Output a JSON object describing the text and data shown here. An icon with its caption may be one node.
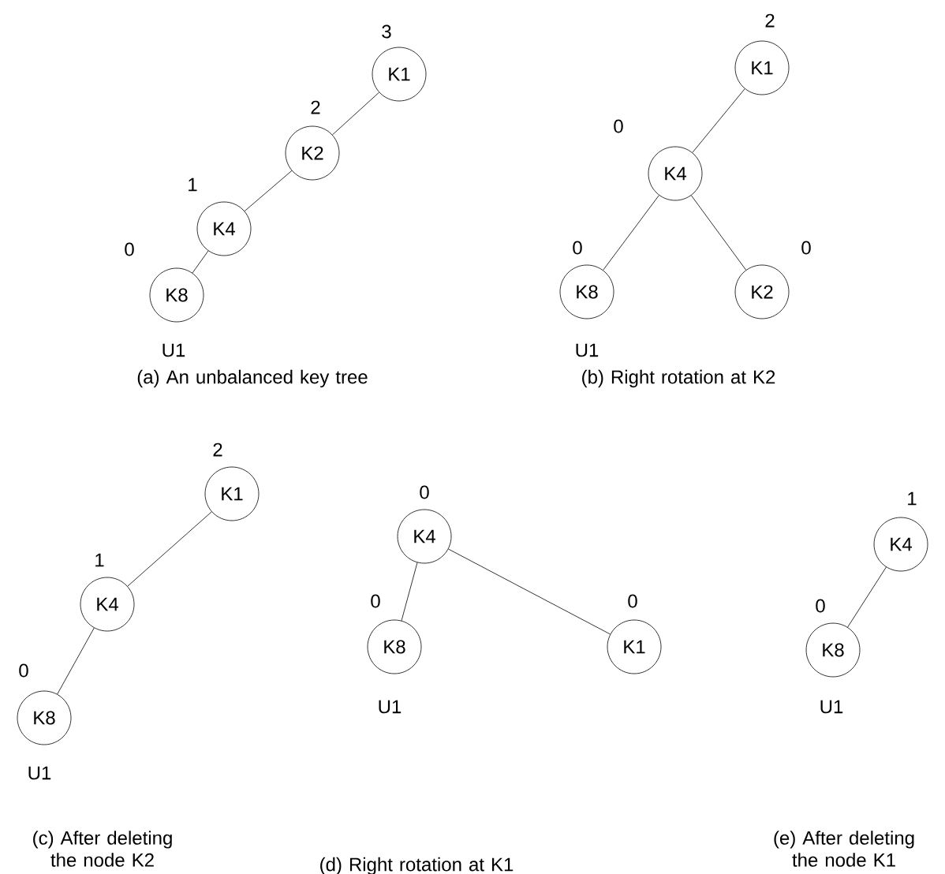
{
  "diagram": {
    "nodes": [
      {
        "text": [
          "K1"
        ],
        "beside": [
          "3"
        ]
      },
      {
        "text": [
          "K2"
        ],
        "beside": [
          "2"
        ]
      },
      {
        "text": [
          "K4"
        ],
        "beside": [
          "1"
        ]
      },
      {
        "text": [
          "K8"
        ],
        "beside": [
          "0",
          "U1"
        ]
      },
      {
        "text": [
          "K1"
        ],
        "beside": [
          "2"
        ]
      },
      {
        "text": [
          "K4"
        ],
        "beside": [
          "0"
        ]
      },
      {
        "text": [
          "K8"
        ],
        "beside": [
          "0",
          "U1"
        ]
      },
      {
        "text": [
          "K2"
        ],
        "beside": [
          "0"
        ]
      },
      {
        "text": [
          "K1"
        ],
        "beside": [
          "2"
        ]
      },
      {
        "text": [
          "K4"
        ],
        "beside": [
          "1"
        ]
      },
      {
        "text": [
          "K8"
        ],
        "beside": [
          "0",
          "U1"
        ]
      },
      {
        "text": [
          "K4"
        ],
        "beside": [
          "0"
        ]
      },
      {
        "text": [
          "K8"
        ],
        "beside": [
          "0",
          "U1"
        ]
      },
      {
        "text": [
          "K1"
        ],
        "beside": [
          "0"
        ]
      },
      {
        "text": [
          "K4"
        ],
        "beside": [
          "1"
        ]
      },
      {
        "text": [
          "K8"
        ],
        "beside": [
          "0",
          "U1"
        ]
      }
    ],
    "edges": [
      {
        "from": 0,
        "to": 1,
        "arrow": "none"
      },
      {
        "from": 1,
        "to": 2,
        "arrow": "none"
      },
      {
        "from": 2,
        "to": 3,
        "arrow": "none"
      },
      {
        "from": 4,
        "to": 5,
        "arrow": "none"
      },
      {
        "from": 5,
        "to": 6,
        "arrow": "none"
      },
      {
        "from": 5,
        "to": 7,
        "arrow": "none"
      },
      {
        "from": 8,
        "to": 9,
        "arrow": "none"
      },
      {
        "from": 9,
        "to": 10,
        "arrow": "none"
      },
      {
        "from": 11,
        "to": 12,
        "arrow": "none"
      },
      {
        "from": 11,
        "to": 13,
        "arrow": "none"
      },
      {
        "from": 14,
        "to": 15,
        "arrow": "none"
      }
    ],
    "labels": [
      "(a) An unbalanced key tree",
      "(b) Right rotation at K2",
      "(c) After deleting the node K2",
      "(d) Right rotation at K1",
      "(e) After deleting the node K1"
    ]
  }
}
